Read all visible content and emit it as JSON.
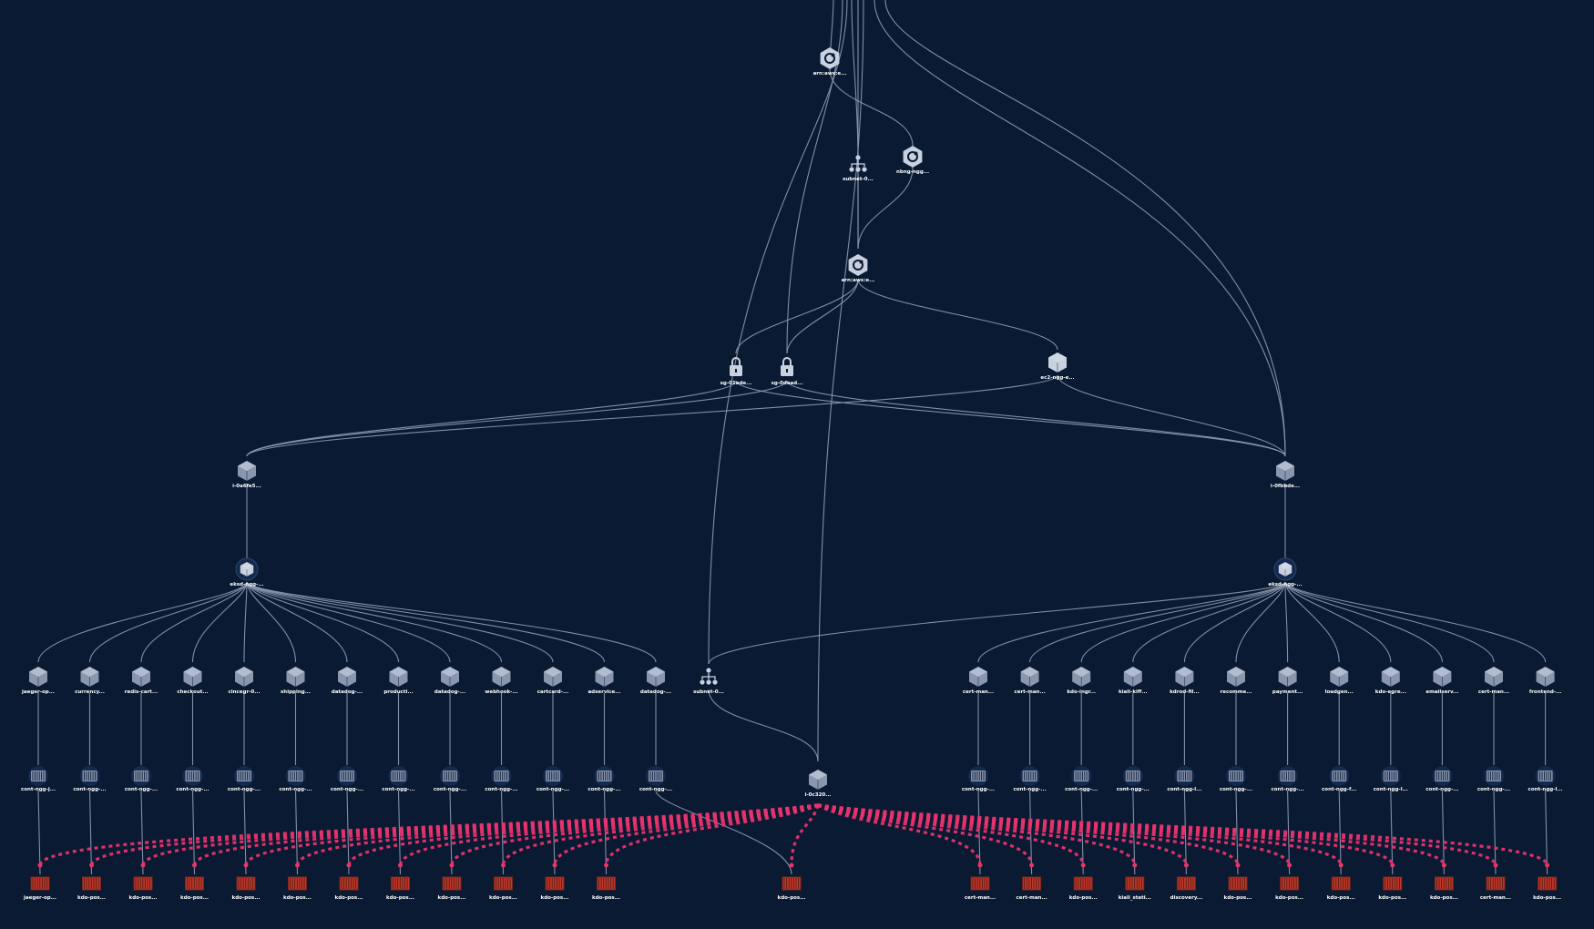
{
  "colors": {
    "background": "#0a1a33",
    "edge": "#8e9bb3",
    "icon": "#8a96b0",
    "icon_light": "#c9d1e0",
    "label": "#ffffff",
    "alert_edge": "#e8336d",
    "pod_red": "#c0392b"
  },
  "nodes": {
    "topology": {
      "label": "arn:aws:e...",
      "icon": "eks-cluster-icon"
    },
    "subnet_top": {
      "label": "subnet-0...",
      "icon": "subnet-icon"
    },
    "nodegroup": {
      "label": "nbng-ngg...",
      "icon": "nodegroup-icon"
    },
    "topology2": {
      "label": "arn:aws:e...",
      "icon": "eks-cluster-icon"
    },
    "sg1": {
      "label": "sg-01ade...",
      "icon": "lock-icon"
    },
    "sg2": {
      "label": "sg-0daad...",
      "icon": "lock-icon"
    },
    "asg": {
      "label": "ec2-ngg-e...",
      "icon": "asg-icon"
    },
    "inst_left": {
      "label": "i-0a6fe5...",
      "icon": "instance-icon"
    },
    "inst_right": {
      "label": "i-0fbbde...",
      "icon": "instance-icon"
    },
    "inst_center": {
      "label": "i-0c320...",
      "icon": "instance-icon"
    },
    "ns_left": {
      "label": "eksd-ngg-...",
      "icon": "namespace-icon"
    },
    "ns_right": {
      "label": "eksd-ngg-...",
      "icon": "namespace-icon"
    },
    "subnet_mid": {
      "label": "subnet-0...",
      "icon": "subnet-icon"
    },
    "pod_center": {
      "label": "kdo-pos...",
      "icon": "pod-icon"
    }
  },
  "services_left": [
    "jaeger-op...",
    "currency...",
    "redis-cart...",
    "checkout...",
    "cincegr-0...",
    "shipping...",
    "datadog-...",
    "producti...",
    "datadog-...",
    "webhook-...",
    "cartcard-...",
    "adservice...",
    "datadog-..."
  ],
  "replicas_left": [
    "cont-ngg-j...",
    "cont-ngg-...",
    "cont-ngg-...",
    "cont-ngg-...",
    "cont-ngg-...",
    "cont-ngg-...",
    "cont-ngg-...",
    "cont-ngg-...",
    "cont-ngg-...",
    "cont-ngg-...",
    "cont-ngg-...",
    "cont-ngg-...",
    "cont-ngg-..."
  ],
  "pods_left": [
    "jaeger-op...",
    "kdo-pos...",
    "kdo-pos...",
    "kdo-pos...",
    "kdo-pos...",
    "kdo-pos...",
    "kdo-pos...",
    "kdo-pos...",
    "kdo-pos...",
    "kdo-pos...",
    "kdo-pos...",
    "kdo-pos..."
  ],
  "services_right": [
    "cert-man...",
    "cert-man...",
    "kdo-ingr...",
    "kiali-kiff...",
    "kdrod-fil...",
    "recomme...",
    "payment...",
    "loadgen...",
    "kdo-egre...",
    "emailserv...",
    "cert-man...",
    "frontend-..."
  ],
  "replicas_right": [
    "cont-ngg-...",
    "cont-ngg-...",
    "cont-ngg-...",
    "cont-ngg-...",
    "cont-ngg-l...",
    "cont-ngg-...",
    "cont-ngg-...",
    "cont-ngg-f...",
    "cont-ngg-l...",
    "cont-ngg-...",
    "cont-ngg-...",
    "cont-ngg-l..."
  ],
  "pods_right": [
    "cert-man...",
    "cert-man...",
    "kdo-pos...",
    "kiali_stati...",
    "discovery...",
    "kdo-pos...",
    "kdo-pos...",
    "kdo-pos...",
    "kdo-pos...",
    "kdo-pos...",
    "cert-man...",
    "kdo-pos..."
  ]
}
